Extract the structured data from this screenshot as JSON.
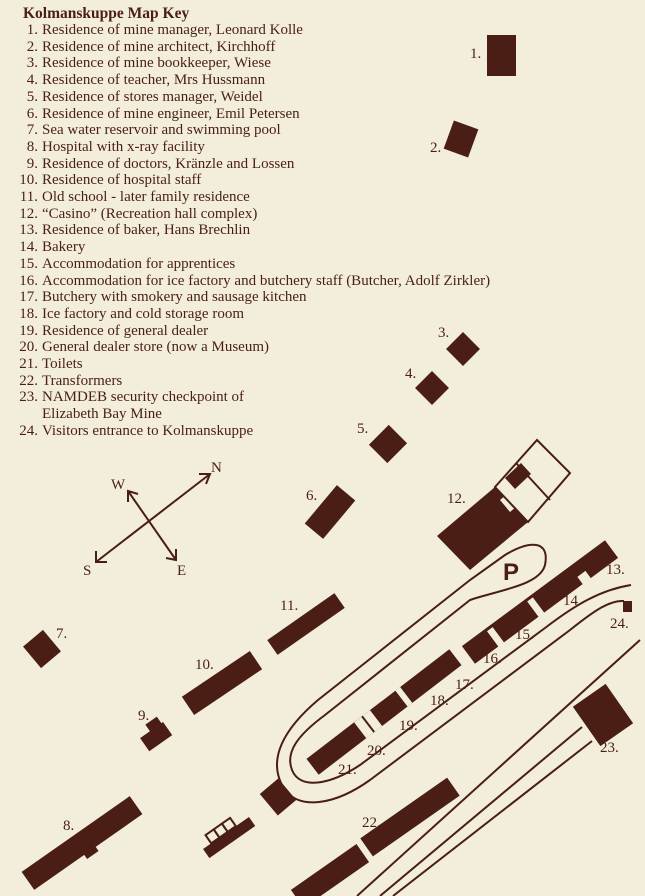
{
  "key": {
    "title": "Kolmanskuppe Map Key",
    "items": [
      {
        "num": "1.",
        "text": "Residence of mine manager, Leonard Kolle"
      },
      {
        "num": "2.",
        "text": "Residence of mine architect, Kirchhoff"
      },
      {
        "num": "3.",
        "text": "Residence of mine bookkeeper, Wiese"
      },
      {
        "num": "4.",
        "text": "Residence of teacher, Mrs Hussmann"
      },
      {
        "num": "5.",
        "text": "Residence of stores manager, Weidel"
      },
      {
        "num": "6.",
        "text": "Residence of mine engineer, Emil Petersen"
      },
      {
        "num": "7.",
        "text": "Sea water reservoir and swimming pool"
      },
      {
        "num": "8.",
        "text": "Hospital with x-ray facility"
      },
      {
        "num": "9.",
        "text": "Residence of doctors, Kränzle and Lossen"
      },
      {
        "num": "10.",
        "text": "Residence of hospital staff"
      },
      {
        "num": "11.",
        "text": "Old school - later family residence"
      },
      {
        "num": "12.",
        "text": "“Casino” (Recreation hall complex)"
      },
      {
        "num": "13.",
        "text": "Residence of baker, Hans Brechlin"
      },
      {
        "num": "14.",
        "text": "Bakery"
      },
      {
        "num": "15.",
        "text": "Accommodation for apprentices"
      },
      {
        "num": "16.",
        "text": "Accommodation for ice factory and butchery staff (Butcher, Adolf Zirkler)"
      },
      {
        "num": "17.",
        "text": "Butchery with smokery and sausage kitchen"
      },
      {
        "num": "18.",
        "text": "Ice factory and cold storage room"
      },
      {
        "num": "19.",
        "text": "Residence of general dealer"
      },
      {
        "num": "20.",
        "text": "General dealer store (now a Museum)"
      },
      {
        "num": "21.",
        "text": "Toilets"
      },
      {
        "num": "22.",
        "text": "Transformers"
      },
      {
        "num": "23.",
        "text": "NAMDEB security checkpoint of\nElizabeth Bay Mine"
      },
      {
        "num": "24.",
        "text": "Visitors entrance to Kolmanskuppe"
      }
    ]
  },
  "map": {
    "labels": [
      "1.",
      "2.",
      "3.",
      "4.",
      "5.",
      "6.",
      "7.",
      "8.",
      "9.",
      "10.",
      "11.",
      "12.",
      "13.",
      "14.",
      "15.",
      "16.",
      "17.",
      "18.",
      "19.",
      "20.",
      "21.",
      "22.",
      "23.",
      "24."
    ],
    "parking": "P",
    "compass": {
      "north": "N",
      "south": "S",
      "east": "E",
      "west": "W"
    }
  },
  "colors": {
    "background": "#f3eedc",
    "ink": "#4a1e14"
  }
}
